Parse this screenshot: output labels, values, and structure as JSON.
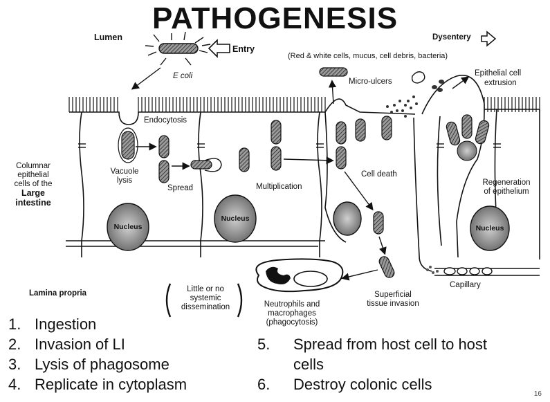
{
  "title": "PATHOGENESIS",
  "diagram": {
    "lumen": "Lumen",
    "entry": "Entry",
    "ecoli": "E coli",
    "dysentery": "Dysentery",
    "dysentery_contents": "(Red & white cells, mucus, cell debris, bacteria)",
    "micro_ulcers": "Micro-ulcers",
    "epithelial_extrusion": [
      "Epithelial cell",
      "extrusion"
    ],
    "endocytosis": "Endocytosis",
    "columnar": [
      "Columnar",
      "epithelial",
      "cells of the"
    ],
    "large_intestine": [
      "Large",
      "intestine"
    ],
    "vacuole_lysis": [
      "Vacuole",
      "lysis"
    ],
    "spread": "Spread",
    "multiplication": "Multiplication",
    "cell_death": "Cell death",
    "regeneration": [
      "Regeneration",
      "of epithelium"
    ],
    "nucleus": "Nucleus",
    "lamina_propria": "Lamina propria",
    "systemic": [
      "Little or no",
      "systemic",
      "dissemination"
    ],
    "neutrophils": [
      "Neutrophils and",
      "macrophages",
      "(phagocytosis)"
    ],
    "superficial": [
      "Superficial",
      "tissue invasion"
    ],
    "capillary": "Capillary"
  },
  "steps_left": [
    {
      "num": "1.",
      "text": "Ingestion"
    },
    {
      "num": "2.",
      "text": "Invasion of LI"
    },
    {
      "num": "3.",
      "text": "Lysis of phagosome"
    },
    {
      "num": "4.",
      "text": "Replicate in cytoplasm"
    }
  ],
  "steps_right": [
    {
      "num": "5.",
      "text": "Spread from host cell to host",
      "cont": "cells"
    },
    {
      "num": "6.",
      "text": "Destroy colonic cells"
    }
  ],
  "page_number": "16"
}
